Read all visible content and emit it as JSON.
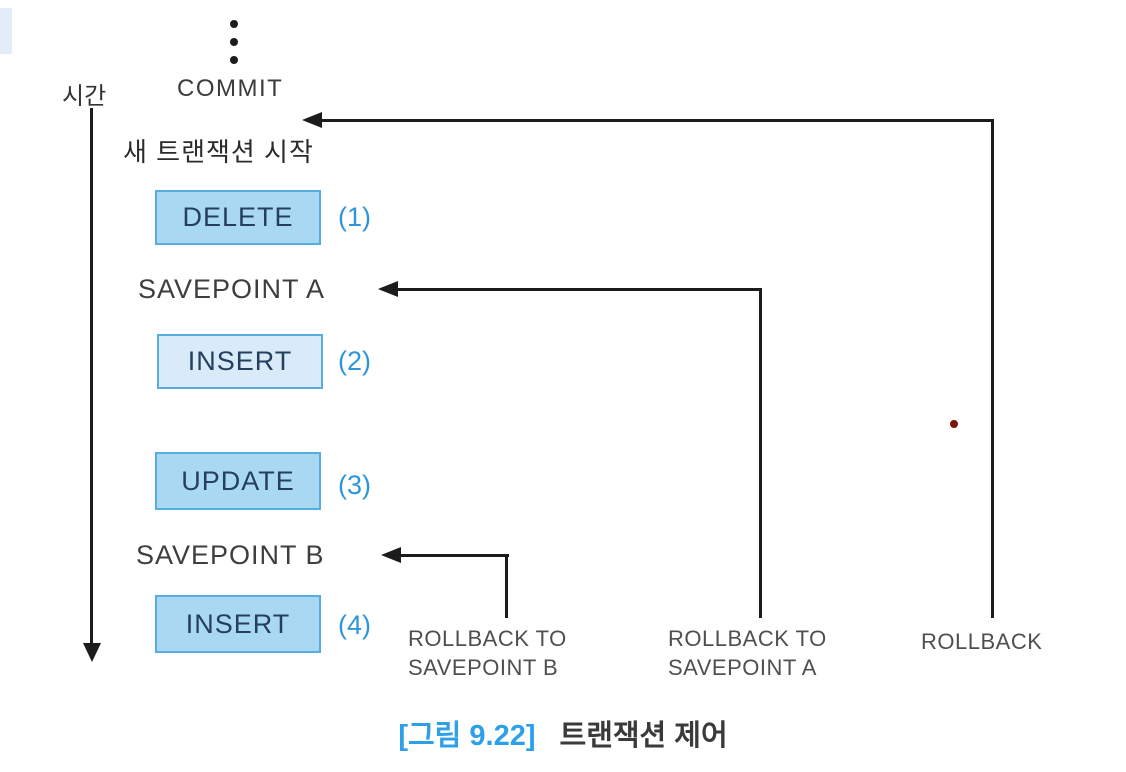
{
  "figure": {
    "time_axis_label": "시간",
    "commit_label": "COMMIT",
    "new_transaction_label": "새 트랜잭션 시작",
    "statements": [
      {
        "label": "DELETE",
        "step": "(1)"
      },
      {
        "label": "INSERT",
        "step": "(2)"
      },
      {
        "label": "UPDATE",
        "step": "(3)"
      },
      {
        "label": "INSERT",
        "step": "(4)"
      }
    ],
    "savepoint_a_label": "SAVEPOINT A",
    "savepoint_b_label": "SAVEPOINT B",
    "rollback_to_b": {
      "line1": "ROLLBACK TO",
      "line2": "SAVEPOINT B"
    },
    "rollback_to_a": {
      "line1": "ROLLBACK TO",
      "line2": "SAVEPOINT A"
    },
    "rollback_label": "ROLLBACK",
    "caption": {
      "figure_number": "[그림 9.22]",
      "title": "트랜잭션 제어"
    }
  },
  "colors": {
    "step-blue": "#2e96d8",
    "box-fill": "#a9d9f2",
    "box-fill-light": "#d9eaf8",
    "box-border": "#55aede",
    "box-text": "#24405e",
    "line-color": "#1c1c1c",
    "caption-blue": "#2da0e8",
    "red-dot": "#7b150c"
  }
}
